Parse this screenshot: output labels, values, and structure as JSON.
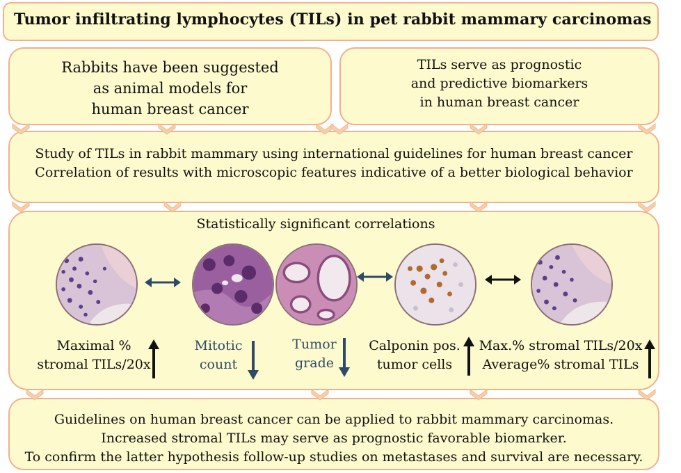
{
  "title": "Tumor infiltrating lymphocytes (TILs) in pet rabbit mammary carcinomas",
  "top_left": [
    "Rabbits have been suggested",
    "as animal models for",
    "human breast cancer"
  ],
  "top_right": [
    "TILs serve as prognostic",
    "and predictive biomarkers",
    "in human breast cancer"
  ],
  "middle": [
    "Study of TILs in rabbit mammary using international guidelines for human breast cancer",
    "Correlation of results with microscopic features indicative of a better biological behavior"
  ],
  "correlations": {
    "heading": "Statistically significant correlations",
    "items": [
      {
        "lines": [
          "Maximal %",
          "stromal TILs/20x"
        ],
        "direction": "up"
      },
      {
        "lines": [
          "Mitotic",
          "count"
        ],
        "direction": "down"
      },
      {
        "lines": [
          "Tumor",
          "grade"
        ],
        "direction": "down"
      },
      {
        "lines": [
          "Calponin pos.",
          "tumor cells"
        ],
        "direction": "up"
      },
      {
        "lines": [
          "Max.% stromal TILs/20x",
          "Average% stromal TILs"
        ],
        "direction": "up"
      }
    ],
    "images": [
      {
        "icon": "lymphocyte-histology-image"
      },
      {
        "icon": "mitotic-histology-image"
      },
      {
        "icon": "tumor-grade-histology-image"
      },
      {
        "icon": "calponin-stain-image"
      },
      {
        "icon": "stromal-tils-histology-image"
      }
    ]
  },
  "conclusion": [
    "Guidelines on human breast cancer can be applied to rabbit mammary carcinomas.",
    "Increased stromal TILs may serve as prognostic favorable biomarker.",
    "To confirm the latter hypothesis follow-up studies on metastases and survival are necessary."
  ],
  "colors": {
    "box_fill": "#fdfacd",
    "box_border": "#f2b08c",
    "chevron": "#f6cfa8",
    "arrow_dark": "#222222",
    "arrow_blue": "#2f4a66",
    "label_blue": "#2f4a66"
  }
}
